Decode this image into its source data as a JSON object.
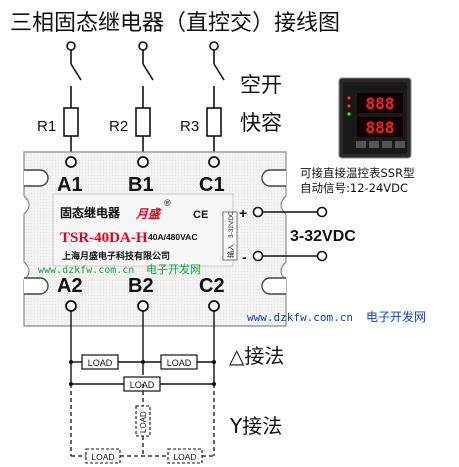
{
  "title": "三相固态继电器（直控交）接线图",
  "switch_labels": {
    "line1": "空开",
    "line2": "快容"
  },
  "resistors": [
    "R1",
    "R2",
    "R3"
  ],
  "top_terminals": [
    "A1",
    "B1",
    "C1"
  ],
  "bottom_terminals": [
    "A2",
    "B2",
    "C2"
  ],
  "module": {
    "name": "固态继电器",
    "brand": "月盛",
    "registered": "®",
    "ce": "CE",
    "model": "TSR-40DA-H",
    "rating": "40A/480VAC",
    "input_label": "输入",
    "input_range": "3-32VDC",
    "plus": "+",
    "minus": "-",
    "company": "上海月盛电子科技有限公司"
  },
  "dc_voltage": "3-32VDC",
  "controller": {
    "display_top": "888",
    "display_bottom": "888",
    "note_line1": "可接直接温控表SSR型",
    "note_line2": "自动信号:12-24VDC"
  },
  "watermark": {
    "url": "www.dzkfw.com.cn",
    "name": "电子开发网"
  },
  "delta_label": "△接法",
  "star_label": "Y接法",
  "load_label": "LOAD",
  "colors": {
    "module_fill": "#f2f2f2",
    "model_red": "#e8001c",
    "watermark_green": "#20a040",
    "watermark_blue": "#1040c0",
    "led_red": "#ff2020"
  }
}
